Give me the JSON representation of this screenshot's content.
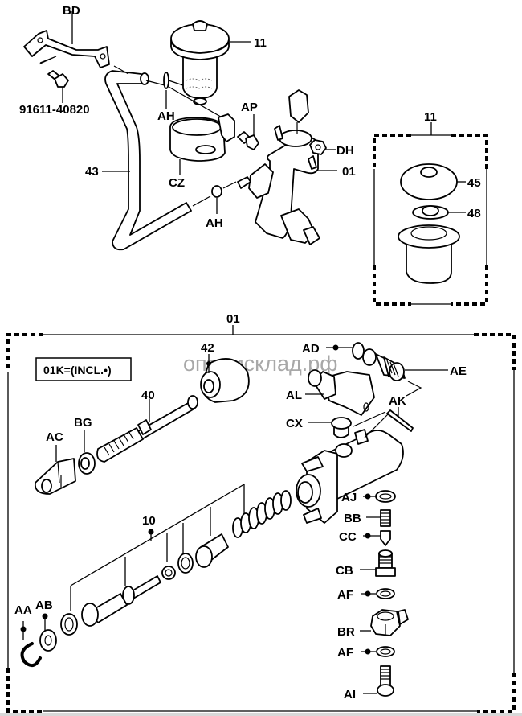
{
  "diagram": {
    "title": "Clutch master cylinder exploded view",
    "upper_labels": {
      "bd": "BD",
      "bolt": "91611-40820",
      "reservoir": "11",
      "ah_top": "AH",
      "ap": "AP",
      "dh": "DH",
      "cylinder": "01",
      "hose": "43",
      "cz": "CZ",
      "ah_bottom": "AH"
    },
    "inset": {
      "title": "11",
      "cap": "45",
      "strainer": "48"
    },
    "lower": {
      "group_label": "01",
      "kit_note": "01K=(INCL.•)",
      "watermark": "оптимсклад.рф",
      "labels": {
        "boot": "42",
        "push_rod": "40",
        "clevis": "AC",
        "nut": "BG",
        "kit": "10",
        "ad": "AD",
        "ae": "AE",
        "al": "AL",
        "ak": "AK",
        "cx": "CX",
        "aj": "AJ",
        "bb": "BB",
        "cc": "CC",
        "cb": "CB",
        "af1": "AF",
        "br": "BR",
        "af2": "AF",
        "ai": "AI",
        "aa": "AA",
        "ab": "AB"
      }
    }
  }
}
